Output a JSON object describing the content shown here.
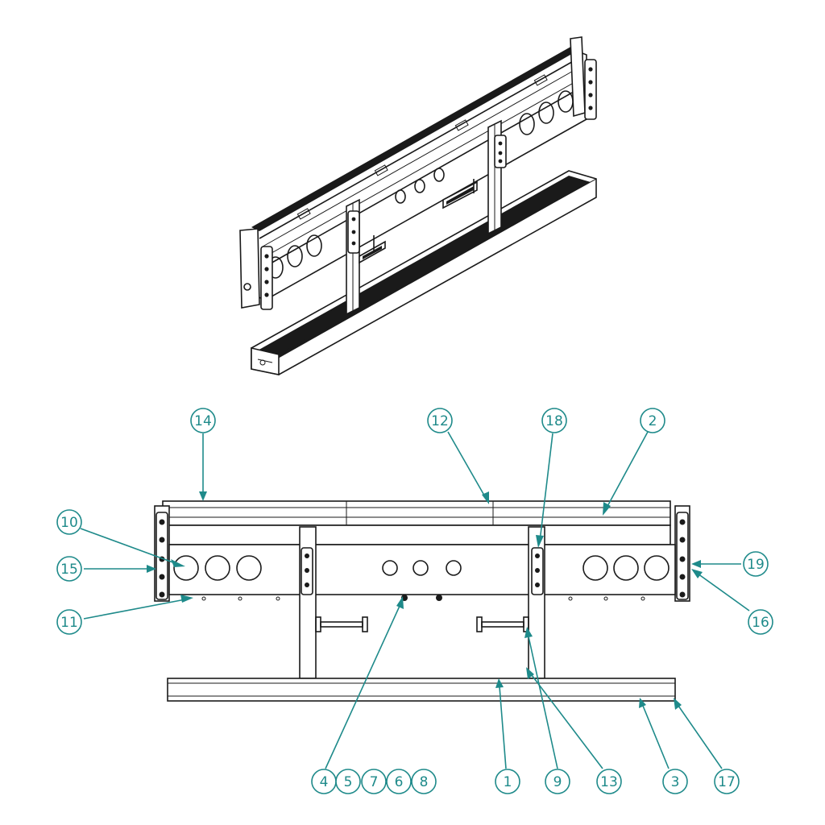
{
  "colors": {
    "line": "#1a1a1a",
    "callout": "#1e8a8a",
    "background": "#ffffff"
  },
  "callouts": [
    {
      "key": "c14",
      "label": "14"
    },
    {
      "key": "c12",
      "label": "12"
    },
    {
      "key": "c18",
      "label": "18"
    },
    {
      "key": "c2",
      "label": "2"
    },
    {
      "key": "c10",
      "label": "10"
    },
    {
      "key": "c15",
      "label": "15"
    },
    {
      "key": "c19",
      "label": "19"
    },
    {
      "key": "c11",
      "label": "11"
    },
    {
      "key": "c16",
      "label": "16"
    },
    {
      "key": "c4",
      "label": "4"
    },
    {
      "key": "c5",
      "label": "5"
    },
    {
      "key": "c7",
      "label": "7"
    },
    {
      "key": "c6",
      "label": "6"
    },
    {
      "key": "c8",
      "label": "8"
    },
    {
      "key": "c1",
      "label": "1"
    },
    {
      "key": "c9",
      "label": "9"
    },
    {
      "key": "c13",
      "label": "13"
    },
    {
      "key": "c3",
      "label": "3"
    },
    {
      "key": "c17",
      "label": "17"
    }
  ]
}
